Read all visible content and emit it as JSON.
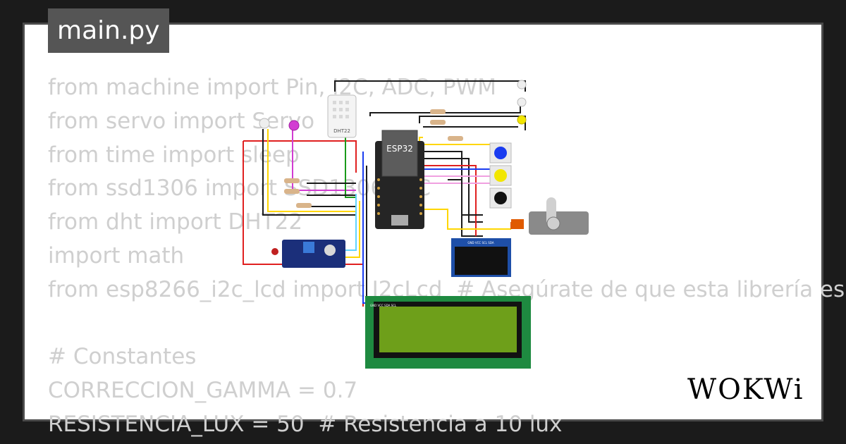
{
  "file": {
    "name": "main.py"
  },
  "code_lines": [
    "from machine import Pin, I2C, ADC, PWM",
    "from servo import Servo",
    "from time import sleep",
    "from ssd1306 import SSD1306_I2C",
    "from dht import DHT22",
    "import math",
    "from esp8266_i2c_lcd import I2cLcd  # Asegúrate de que esta librería es",
    "",
    "# Constantes",
    "CORRECCION_GAMMA = 0.7",
    "RESISTENCIA_LUX = 50  # Resistencia a 10 lux"
  ],
  "circuit": {
    "dht_label": "DHT22",
    "esp_label": "ESP32",
    "oled_label": "GND VCC SCL SDA",
    "lcd_pins": "GND VCC SDA SCL",
    "button_colors": [
      "#1a3cf0",
      "#f2e600",
      "#111111"
    ]
  },
  "brand": {
    "logo_text": "WOKWi"
  }
}
